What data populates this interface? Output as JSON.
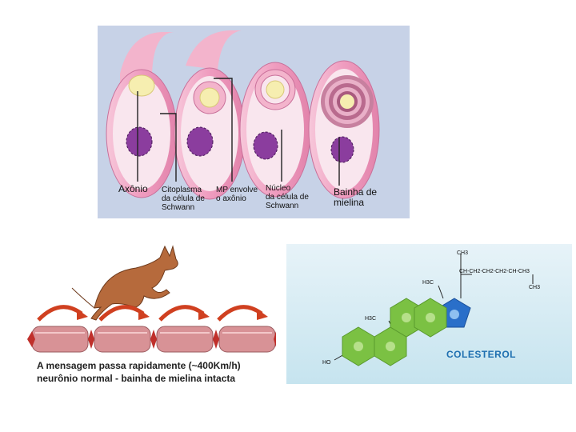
{
  "myelin_diagram": {
    "labels": {
      "axon": "Axônio",
      "cytoplasm": "Citoplasma\nda célula de\nSchwann",
      "mp_wraps": "MP envolve\no axônio",
      "nucleus": "Núcleo\nda célula de\nSchwann",
      "sheath": "Bainha de\nmielina"
    },
    "colors": {
      "tube": "#f0a6c5",
      "axon": "#f6eeb0",
      "nucleus": "#8b3d9e",
      "background": "#c7d2e7"
    }
  },
  "neuron_diagram": {
    "caption_line1": "A mensagem passa rapidamente (~400Km/h)",
    "caption_line2": "neurônio normal - bainha de mielina intacta",
    "colors": {
      "segment": "#d89296",
      "node": "#c0302b",
      "arrow": "#d04020",
      "kangaroo": "#b66a3c"
    }
  },
  "cholesterol_diagram": {
    "title": "COLESTEROL",
    "labels": {
      "ch3_top": "CH3",
      "side_chain": "CH-CH2-CH2-CH2-CH-CH3",
      "ch3_right": "CH3",
      "h3c_upper": "H3C",
      "h3c_lower": "H3C",
      "ho": "HO"
    },
    "colors": {
      "hexagon": "#7bc143",
      "pentagon": "#2a6fc9",
      "title": "#1e6fb0"
    }
  }
}
